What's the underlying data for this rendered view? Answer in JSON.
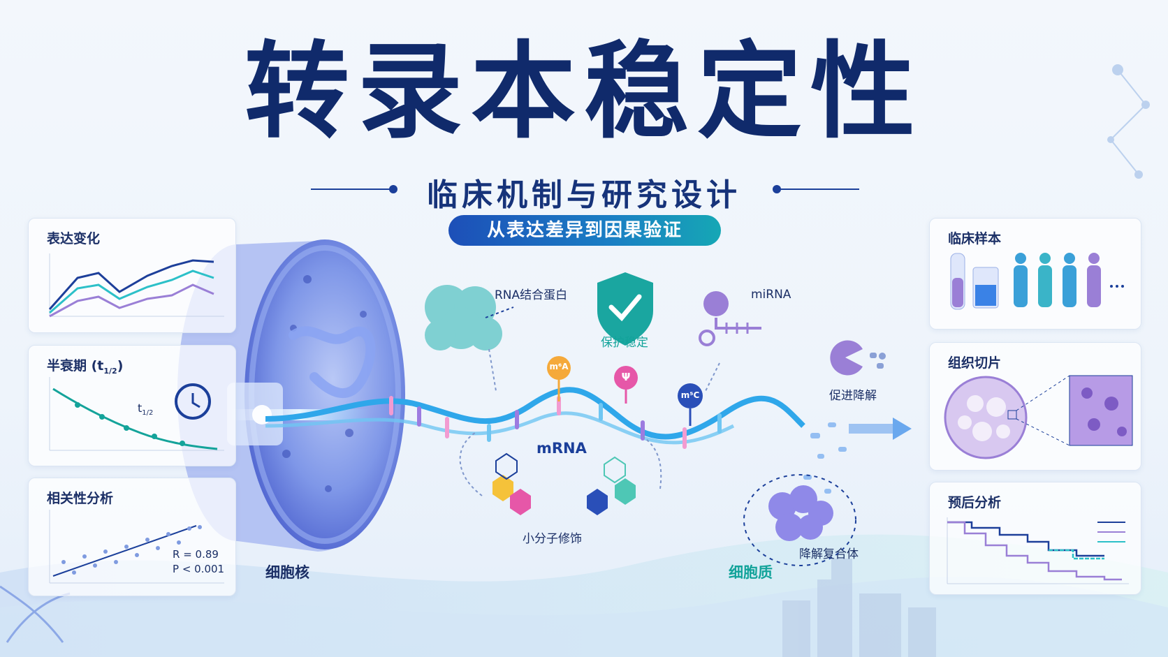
{
  "header": {
    "title": "转录本稳定性",
    "subtitle": "临床机制与研究设计",
    "tagline": "从表达差异到因果验证"
  },
  "left_panels": {
    "expression": {
      "title": "表达变化"
    },
    "halflife": {
      "title": "半衰期 (t",
      "title_sub": "1/2",
      "title_end": ")",
      "marker": "t",
      "marker_sub": "1/2"
    },
    "correlation": {
      "title": "相关性分析",
      "r_value": "R = 0.89",
      "p_value": "P < 0.001"
    }
  },
  "right_panels": {
    "clinical_samples": {
      "title": "临床样本"
    },
    "tissue": {
      "title": "组织切片"
    },
    "prognosis": {
      "title": "预后分析"
    }
  },
  "diagram": {
    "nucleus": "细胞核",
    "cytoplasm": "细胞质",
    "mrna": "mRNA",
    "rbp": "RNA结合蛋白",
    "protect": "保护稳定",
    "mirna": "miRNA",
    "m6a": "m⁶A",
    "psi": "Ψ",
    "m5c": "m⁵C",
    "degrade": "促进降解",
    "small_molecule": "小分子修饰",
    "degradation_complex": "降解复合体"
  },
  "colors": {
    "navy": "#102a6b",
    "accent_blue": "#1d4fb8",
    "accent_teal": "#16a7b5",
    "purple": "#9a7fd6"
  }
}
